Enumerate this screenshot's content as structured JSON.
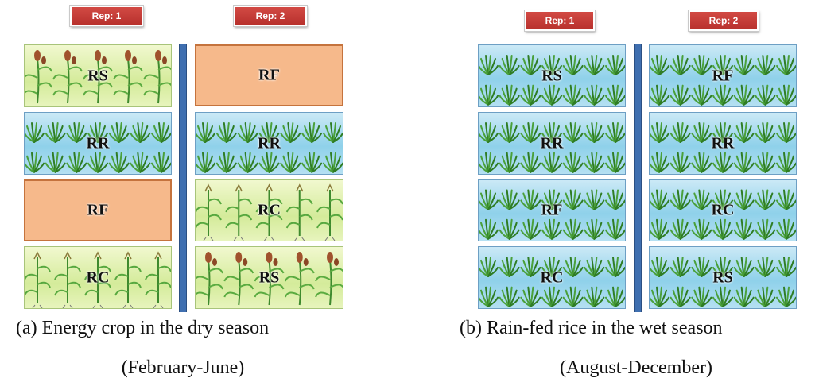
{
  "panel_a": {
    "rep_labels": [
      "Rep: 1",
      "Rep: 2"
    ],
    "rep1_plots": [
      {
        "label": "RS",
        "type": "energy-sorghum"
      },
      {
        "label": "RR",
        "type": "rice"
      },
      {
        "label": "RF",
        "type": "fallow"
      },
      {
        "label": "RC",
        "type": "energy-corn"
      }
    ],
    "rep2_plots": [
      {
        "label": "RF",
        "type": "fallow"
      },
      {
        "label": "RR",
        "type": "rice"
      },
      {
        "label": "RC",
        "type": "energy-corn"
      },
      {
        "label": "RS",
        "type": "energy-sorghum"
      }
    ],
    "caption": "(a)  Energy crop in the dry season",
    "caption_sub": "(February-June)"
  },
  "panel_b": {
    "rep_labels": [
      "Rep: 1",
      "Rep: 2"
    ],
    "rep1_plots": [
      {
        "label": "RS",
        "type": "rice"
      },
      {
        "label": "RR",
        "type": "rice"
      },
      {
        "label": "RF",
        "type": "rice"
      },
      {
        "label": "RC",
        "type": "rice"
      }
    ],
    "rep2_plots": [
      {
        "label": "RF",
        "type": "rice"
      },
      {
        "label": "RR",
        "type": "rice"
      },
      {
        "label": "RC",
        "type": "rice"
      },
      {
        "label": "RS",
        "type": "rice"
      }
    ],
    "caption": "(b) Rain-fed rice in the wet season",
    "caption_sub": "(August-December)"
  },
  "colors": {
    "rep_label": "#c23a35",
    "rice_plot": "#9fd8ee",
    "energy_plot": "#dcefa8",
    "fallow_plot": "#f6b98b",
    "divider": "#3f6fb0",
    "grass": "#3f8f2f"
  },
  "icons": {
    "rice": "rice-seedling-icon",
    "energy-corn": "corn-plant-icon",
    "energy-sorghum": "sorghum-plant-icon"
  }
}
